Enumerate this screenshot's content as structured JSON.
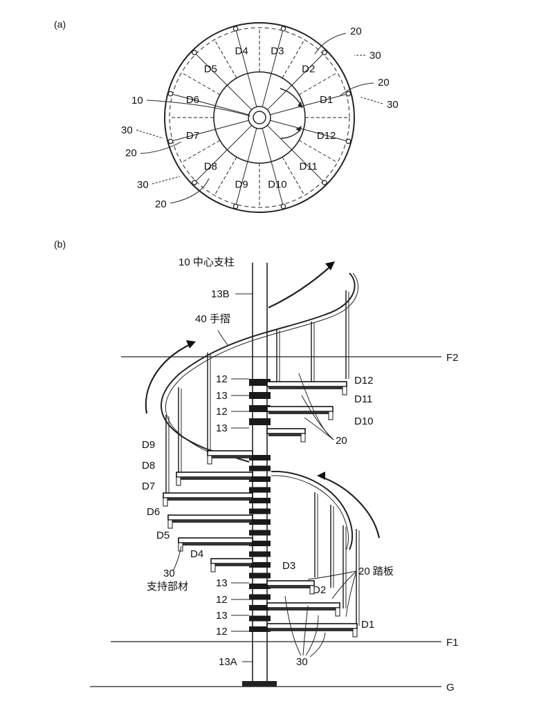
{
  "panel_a": {
    "label": "(a)",
    "steps": [
      "D1",
      "D2",
      "D3",
      "D4",
      "D5",
      "D6",
      "D7",
      "D8",
      "D9",
      "D10",
      "D11",
      "D12"
    ],
    "ref_10": "10",
    "ref_20": "20",
    "ref_30": "30"
  },
  "panel_b": {
    "label": "(b)",
    "column_label": "10 中心支柱",
    "column_upper": "13B",
    "column_lower": "13A",
    "handrail_label": "40 手摺",
    "floor_upper": "F2",
    "floor_lower": "F1",
    "ground": "G",
    "tread_label": "20 踏板",
    "support_num": "30",
    "support_text": "支持部材",
    "ref_12": "12",
    "ref_13": "13",
    "ref_20": "20",
    "ref_30": "30",
    "steps": [
      "D1",
      "D2",
      "D3",
      "D4",
      "D5",
      "D6",
      "D7",
      "D8",
      "D9",
      "D10",
      "D11",
      "D12"
    ]
  }
}
